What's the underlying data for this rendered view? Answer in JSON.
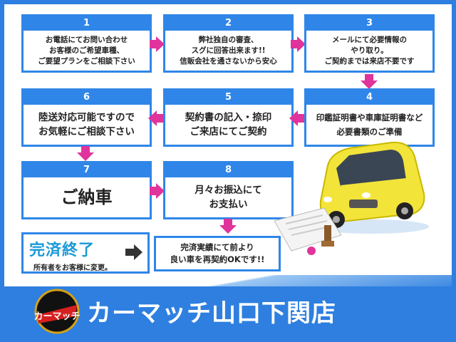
{
  "steps": [
    {
      "num": "1",
      "text": "お電話にてお問い合わせ\nお客様のご希望車種、\nご要望プランをご相談下さい"
    },
    {
      "num": "2",
      "text": "弊社独自の審査、\nスグに回答出来ます!!\n信販会社を通さないから安心"
    },
    {
      "num": "3",
      "text": "メールにて必要情報の\nやり取り。\nご契約までは来店不要です"
    },
    {
      "num": "4",
      "text": "印鑑証明書や車庫証明書など\n必要書類のご準備"
    },
    {
      "num": "5",
      "text": "契約書の記入・捺印\nご来店にてご契約"
    },
    {
      "num": "6",
      "text": "陸送対応可能ですので\nお気軽にご相談下さい"
    },
    {
      "num": "7",
      "text": "ご納車"
    },
    {
      "num": "8",
      "text": "月々お振込にて\nお支払い"
    }
  ],
  "completion": {
    "title": "完済終了",
    "subtitle": "所有者をお客様に変更。",
    "message": "完済実績にて前より\n良い車を再契約OKです!!"
  },
  "footer": {
    "logo_text": "カーマッチ",
    "store_name": "カーマッチ山口下関店"
  },
  "colors": {
    "accent_blue": "#2f86e8",
    "arrow_pink": "#e0339b",
    "completion_title": "#1a9ad8",
    "car_yellow": "#f3e43a"
  }
}
